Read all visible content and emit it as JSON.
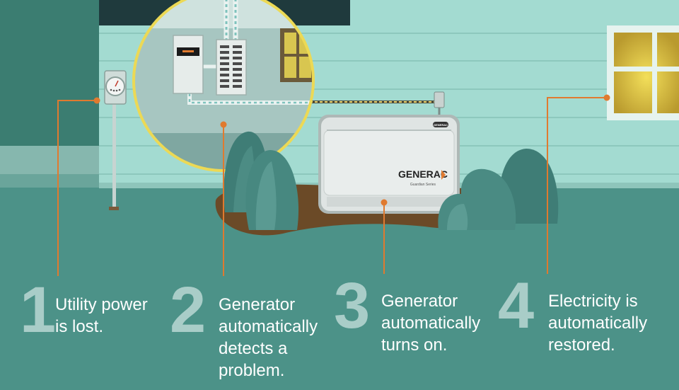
{
  "generator": {
    "brand": "GENERAC",
    "series": "Guardian Series",
    "badge": "GENERAC"
  },
  "steps": [
    {
      "number": "1",
      "lines": [
        "Utility power",
        "is lost."
      ]
    },
    {
      "number": "2",
      "lines": [
        "Generator",
        "automatically",
        "detects a",
        "problem."
      ]
    },
    {
      "number": "3",
      "lines": [
        "Generator",
        "automatically",
        "turns on."
      ]
    },
    {
      "number": "4",
      "lines": [
        "Electricity is",
        "automatically",
        "restored."
      ]
    }
  ],
  "colors": {
    "ground": "#4c9288",
    "wall": "#a3dbd1",
    "callout_line": "#e07a2f",
    "step_number": "#a9cdc8",
    "step_text": "#ffffff",
    "lens_border": "#ecd955",
    "window_light": "#e6c040"
  }
}
